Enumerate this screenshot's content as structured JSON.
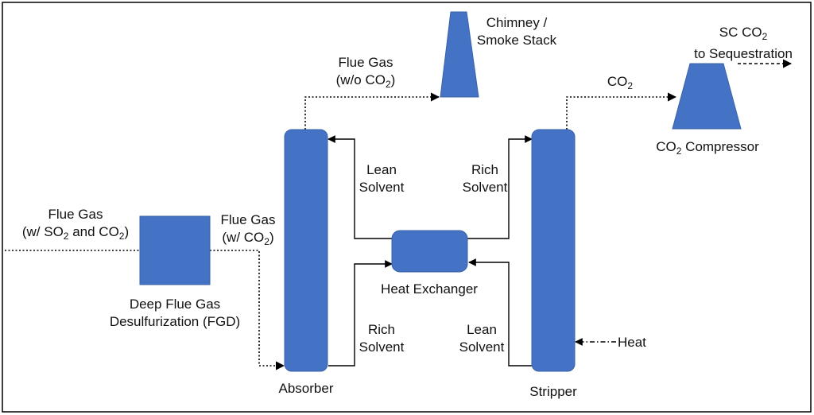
{
  "colors": {
    "equipment": "#4472C4",
    "equipment_stroke": "#3A62A8",
    "line": "#000000",
    "border": "#000000"
  },
  "labels": {
    "flue_gas_in_1": "Flue Gas",
    "flue_gas_in_2a": "(w/ SO",
    "flue_gas_in_2b": "2",
    "flue_gas_in_2c": " and CO",
    "flue_gas_in_2d": "2",
    "flue_gas_in_2e": ")",
    "fgd_1": "Deep Flue Gas",
    "fgd_2": "Desulfurization (FGD)",
    "flue_gas_co2_1": "Flue Gas",
    "flue_gas_co2_2a": "(w/ CO",
    "flue_gas_co2_2b": "2",
    "flue_gas_co2_2c": ")",
    "flue_gas_out_1": "Flue Gas",
    "flue_gas_out_2a": "(w/o CO",
    "flue_gas_out_2b": "2",
    "flue_gas_out_2c": ")",
    "chimney_1": "Chimney /",
    "chimney_2": "Smoke Stack",
    "absorber": "Absorber",
    "lean_solvent_top_1": "Lean",
    "lean_solvent_top_2": "Solvent",
    "rich_solvent_top_1": "Rich",
    "rich_solvent_top_2": "Solvent",
    "heat_exchanger": "Heat Exchanger",
    "rich_solvent_bot_1": "Rich",
    "rich_solvent_bot_2": "Solvent",
    "lean_solvent_bot_1": "Lean",
    "lean_solvent_bot_2": "Solvent",
    "stripper": "Stripper",
    "heat": "Heat",
    "co2_a": "CO",
    "co2_b": "2",
    "sc_co2_1a": "SC CO",
    "sc_co2_1b": "2",
    "sc_co2_2": "to Sequestration",
    "compressor_a": "CO",
    "compressor_b": "2",
    "compressor_c": " Compressor"
  }
}
